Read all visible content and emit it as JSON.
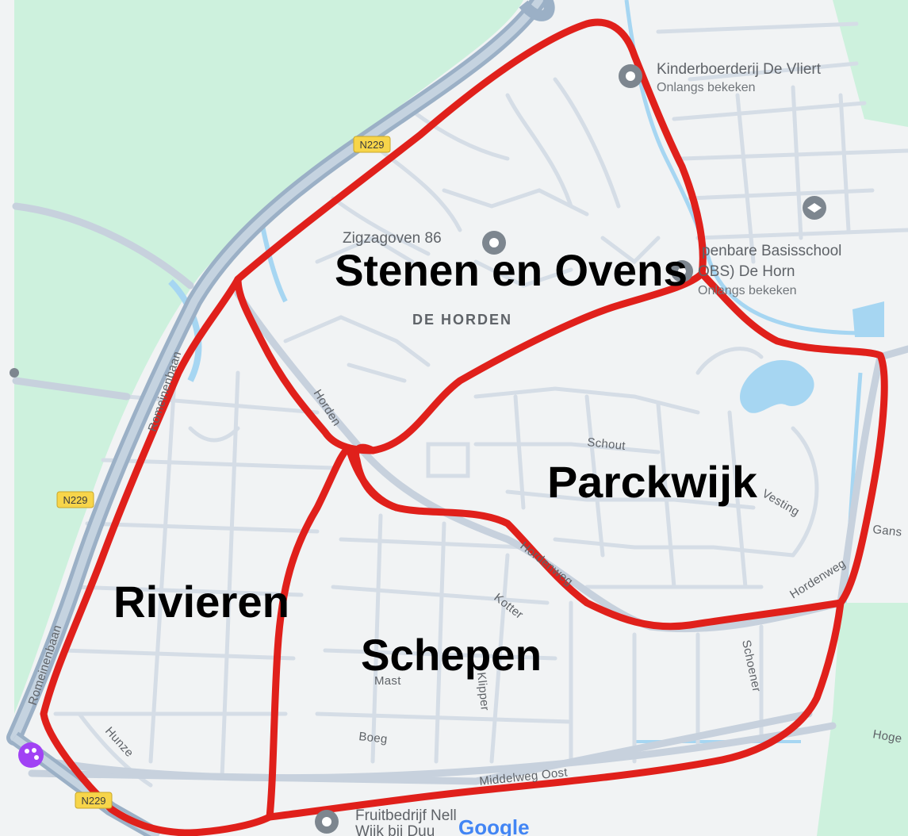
{
  "map": {
    "districts": [
      {
        "key": "stenen",
        "label": "Stenen en Ovens"
      },
      {
        "key": "parckwijk",
        "label": "Parckwijk"
      },
      {
        "key": "rivieren",
        "label": "Rivieren"
      },
      {
        "key": "schepen",
        "label": "Schepen"
      }
    ],
    "area_label": "DE HORDEN",
    "pois": {
      "kinderboerderij": {
        "name": "Kinderboerderij De Vliert",
        "sub": "Onlangs bekeken"
      },
      "zigzagoven": {
        "name": "Zigzagoven 86"
      },
      "school": {
        "name_line1": "penbare Basisschool",
        "name_line2": "OBS) De Horn",
        "sub": "Onlangs bekeken"
      },
      "fruitbedrijf": {
        "name_line1": "Fruitbedrijf Nell",
        "name_line2": "Wijk bij Duu"
      }
    },
    "highway": "N229",
    "roads": {
      "romeinenbaan": "Romeinenbaan",
      "hordenweg": "Hordenweg",
      "middelweg_oost": "Middelweg Oost",
      "schout": "Schout",
      "vesting": "Vesting",
      "kotter": "Kotter",
      "mast": "Mast",
      "klipper": "Klipper",
      "boeg": "Boeg",
      "hunze": "Hunze",
      "schoener": "Schoener",
      "gans": "Gans",
      "hoge": "Hoge",
      "horden_partial": "Horden"
    },
    "logo": "Google",
    "colors": {
      "boundary": "#e0201b",
      "green": "#cdf1dd",
      "water": "#a6d6f2",
      "road": "#d5dde6",
      "highway": "#9bb0c6",
      "land": "#f1f3f4"
    }
  }
}
